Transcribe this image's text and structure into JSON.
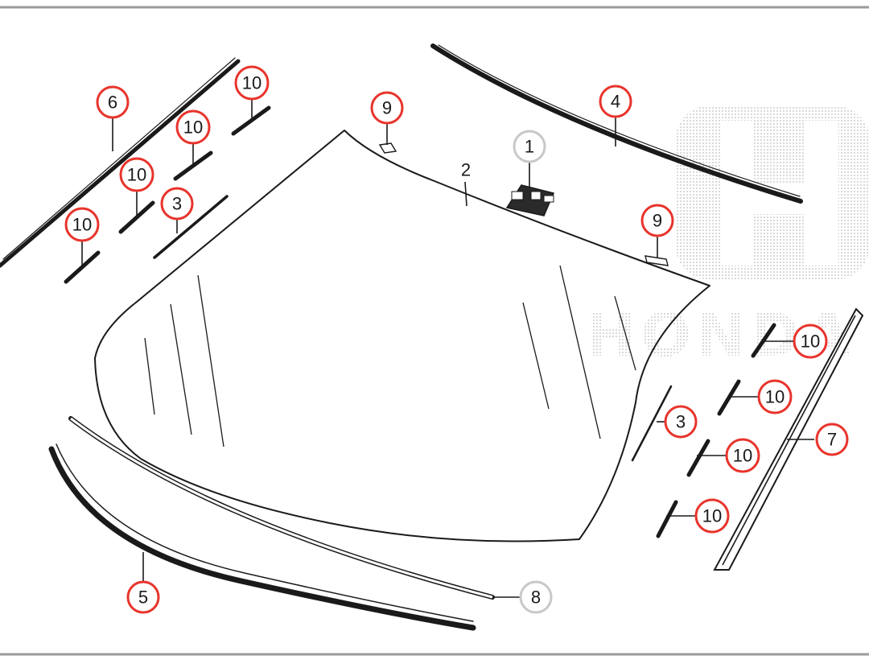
{
  "diagram": {
    "watermark_text": "HONDA",
    "colors": {
      "highlight_ring": "#e8342c",
      "neutral_ring": "#c8c8c8",
      "line": "#1a1a1a",
      "frame": "#9a9a9a",
      "watermark": "#bdbdbd"
    },
    "callouts": [
      {
        "id": "c1",
        "label": "1",
        "style": "neutral"
      },
      {
        "id": "c2",
        "label": "2",
        "style": "plain"
      },
      {
        "id": "c3a",
        "label": "3",
        "style": "highlight"
      },
      {
        "id": "c3b",
        "label": "3",
        "style": "highlight"
      },
      {
        "id": "c4",
        "label": "4",
        "style": "highlight"
      },
      {
        "id": "c5",
        "label": "5",
        "style": "highlight"
      },
      {
        "id": "c6",
        "label": "6",
        "style": "highlight"
      },
      {
        "id": "c7",
        "label": "7",
        "style": "highlight"
      },
      {
        "id": "c8",
        "label": "8",
        "style": "neutral"
      },
      {
        "id": "c9a",
        "label": "9",
        "style": "highlight"
      },
      {
        "id": "c9b",
        "label": "9",
        "style": "highlight"
      },
      {
        "id": "c10a",
        "label": "10",
        "style": "highlight"
      },
      {
        "id": "c10b",
        "label": "10",
        "style": "highlight"
      },
      {
        "id": "c10c",
        "label": "10",
        "style": "highlight"
      },
      {
        "id": "c10d",
        "label": "10",
        "style": "highlight"
      },
      {
        "id": "c10e",
        "label": "10",
        "style": "highlight"
      },
      {
        "id": "c10f",
        "label": "10",
        "style": "highlight"
      },
      {
        "id": "c10g",
        "label": "10",
        "style": "highlight"
      },
      {
        "id": "c10h",
        "label": "10",
        "style": "highlight"
      }
    ]
  }
}
